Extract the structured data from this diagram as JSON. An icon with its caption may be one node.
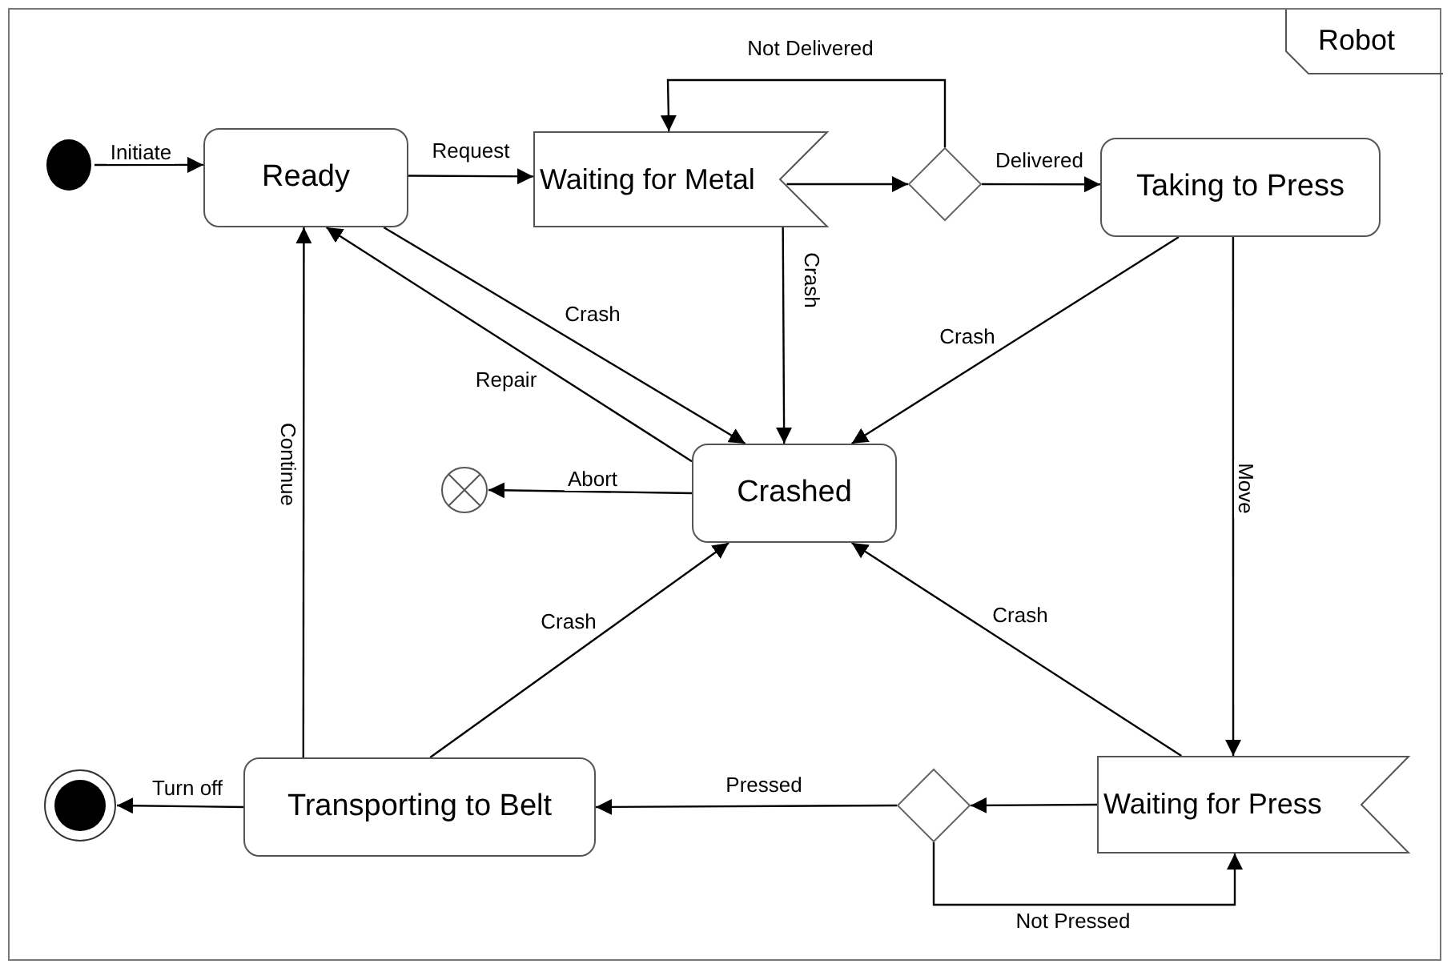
{
  "diagram": {
    "nodes": [
      {
        "text": [
          "Robot"
        ]
      },
      {
        "text": [],
        "shape": "circle",
        "in": 0
      },
      {
        "text": [
          "Ready"
        ],
        "in": 0
      },
      {
        "text": [
          "Waiting for Metal"
        ],
        "in": 0
      },
      {
        "text": [],
        "shape": "diamond",
        "in": 0
      },
      {
        "text": [
          "Taking to Press"
        ],
        "in": 0
      },
      {
        "text": [
          "Crashed"
        ],
        "in": 0
      },
      {
        "text": [],
        "shape": "circle",
        "in": 0
      },
      {
        "text": [
          "Transporting to Belt"
        ],
        "in": 0
      },
      {
        "text": [],
        "shape": "diamond",
        "in": 0
      },
      {
        "text": [
          "Waiting for Press"
        ],
        "in": 0
      },
      {
        "text": [],
        "shape": "circle",
        "in": 0
      }
    ],
    "edges": [
      {
        "from": 1,
        "to": 2,
        "arrow": "to",
        "label": "Initiate"
      },
      {
        "from": 2,
        "to": 3,
        "arrow": "to",
        "label": "Request"
      },
      {
        "from": 3,
        "to": 4,
        "arrow": "to"
      },
      {
        "from": 4,
        "to": 3,
        "arrow": "to",
        "label": "Not Delivered"
      },
      {
        "from": 4,
        "to": 5,
        "arrow": "to",
        "label": "Delivered"
      },
      {
        "from": 3,
        "to": 6,
        "arrow": "to",
        "label": "Crash"
      },
      {
        "from": 2,
        "to": 6,
        "arrow": "to",
        "label": "Crash"
      },
      {
        "from": 6,
        "to": 2,
        "arrow": "to",
        "label": "Repair"
      },
      {
        "from": 5,
        "to": 6,
        "arrow": "to",
        "label": "Crash"
      },
      {
        "from": 6,
        "to": 7,
        "arrow": "to",
        "label": "Abort"
      },
      {
        "from": 8,
        "to": 2,
        "arrow": "to",
        "label": "Continue"
      },
      {
        "from": 8,
        "to": 6,
        "arrow": "to",
        "label": "Crash"
      },
      {
        "from": 10,
        "to": 6,
        "arrow": "to",
        "label": "Crash"
      },
      {
        "from": 5,
        "to": 10,
        "arrow": "to",
        "label": "Move"
      },
      {
        "from": 10,
        "to": 9,
        "arrow": "to"
      },
      {
        "from": 9,
        "to": 8,
        "arrow": "to",
        "label": "Pressed"
      },
      {
        "from": 9,
        "to": 10,
        "arrow": "to",
        "label": "Not Pressed"
      },
      {
        "from": 8,
        "to": 11,
        "arrow": "to",
        "label": "Turn off"
      }
    ]
  }
}
